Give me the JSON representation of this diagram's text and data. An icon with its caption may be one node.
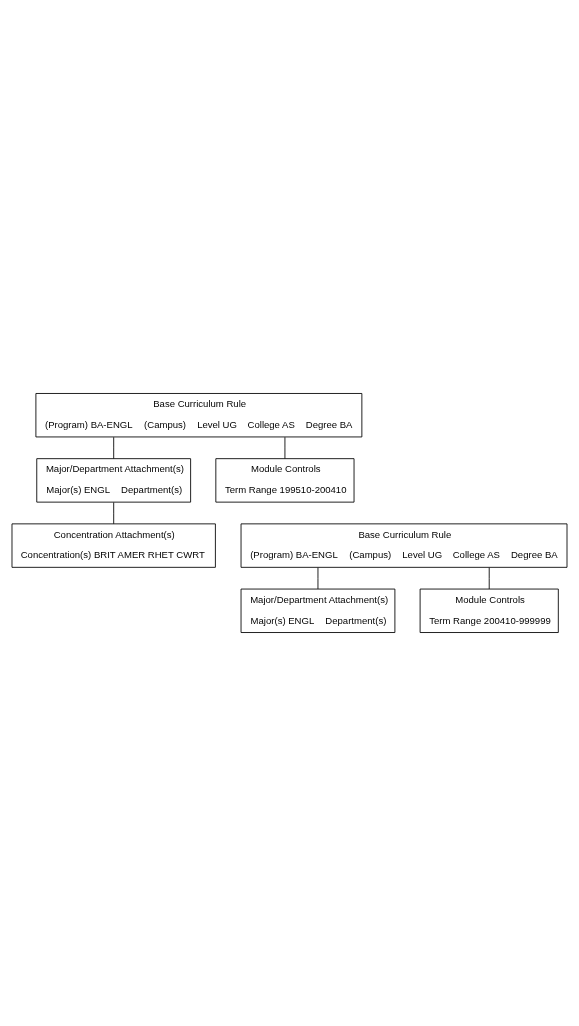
{
  "diagram": {
    "nodes": [
      {
        "text": [
          "Base Curriculum Rule",
          "(Program) BA-ENGL",
          "(Campus)",
          "Level UG",
          "College AS",
          "Degree BA"
        ]
      },
      {
        "text": [
          "Major/Department Attachment(s)",
          "Major(s) ENGL",
          "Department(s)"
        ]
      },
      {
        "text": [
          "Concentration Attachment(s)",
          "Concentration(s) BRIT AMER RHET CWRT"
        ]
      },
      {
        "text": [
          "Module Controls",
          "Term Range 199510-200410"
        ]
      },
      {
        "text": [
          "Base Curriculum Rule",
          "(Program) BA-ENGL",
          "(Campus)",
          "Level UG",
          "College AS",
          "Degree BA"
        ]
      },
      {
        "text": [
          "Major/Department Attachment(s)",
          "Major(s) ENGL",
          "Department(s)"
        ]
      },
      {
        "text": [
          "Module Controls",
          "Term Range 200410-999999"
        ]
      }
    ],
    "edges": [
      {
        "from": 0,
        "to": 1,
        "arrow": "none"
      },
      {
        "from": 1,
        "to": 2,
        "arrow": "none"
      },
      {
        "from": 0,
        "to": 3,
        "arrow": "none"
      },
      {
        "from": 4,
        "to": 5,
        "arrow": "none"
      },
      {
        "from": 4,
        "to": 6,
        "arrow": "none"
      }
    ]
  }
}
